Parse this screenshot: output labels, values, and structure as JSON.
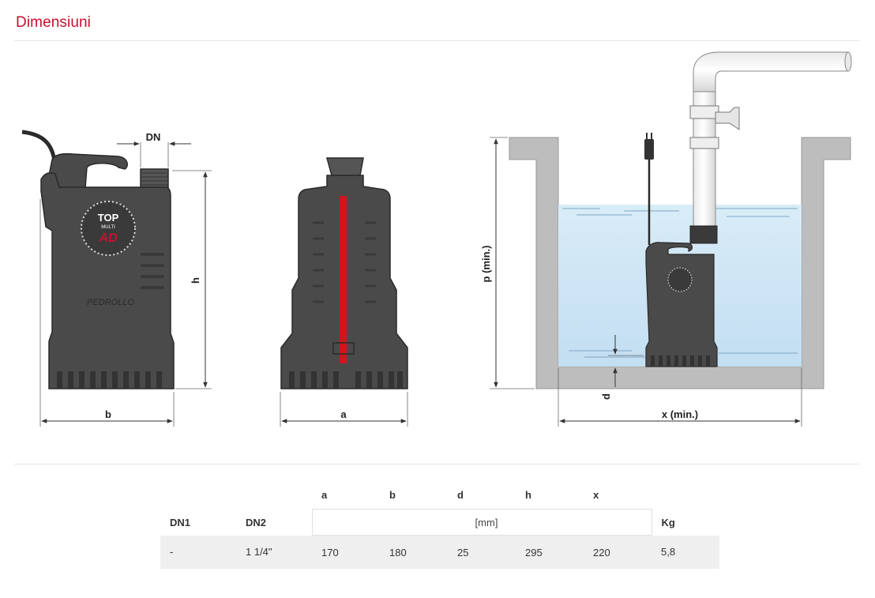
{
  "section_title": "Dimensiuni",
  "drawing_labels": {
    "dn": "DN",
    "h": "h",
    "b": "b",
    "a": "a",
    "p": "p  (min.)",
    "d": "d",
    "x": "x (min.)",
    "brand": "PEDROLLO",
    "badge_top": "TOP",
    "badge_mid": "MULTI",
    "badge_bottom": "AD"
  },
  "table": {
    "headers": {
      "dn1": "DN1",
      "dn2": "DN2",
      "a": "a",
      "b": "b",
      "d": "d",
      "h": "h",
      "x": "x",
      "kg": "Kg",
      "unit": "[mm]"
    },
    "row": {
      "dn1": "-",
      "dn2": "1 1/4\"",
      "a": "170",
      "b": "180",
      "d": "25",
      "h": "295",
      "x": "220",
      "kg": "5,8"
    }
  },
  "colors": {
    "accent": "#c8102e",
    "pump_body": "#4a4a4a",
    "water": "#cfe6f5",
    "concrete": "#bdbdbd"
  }
}
